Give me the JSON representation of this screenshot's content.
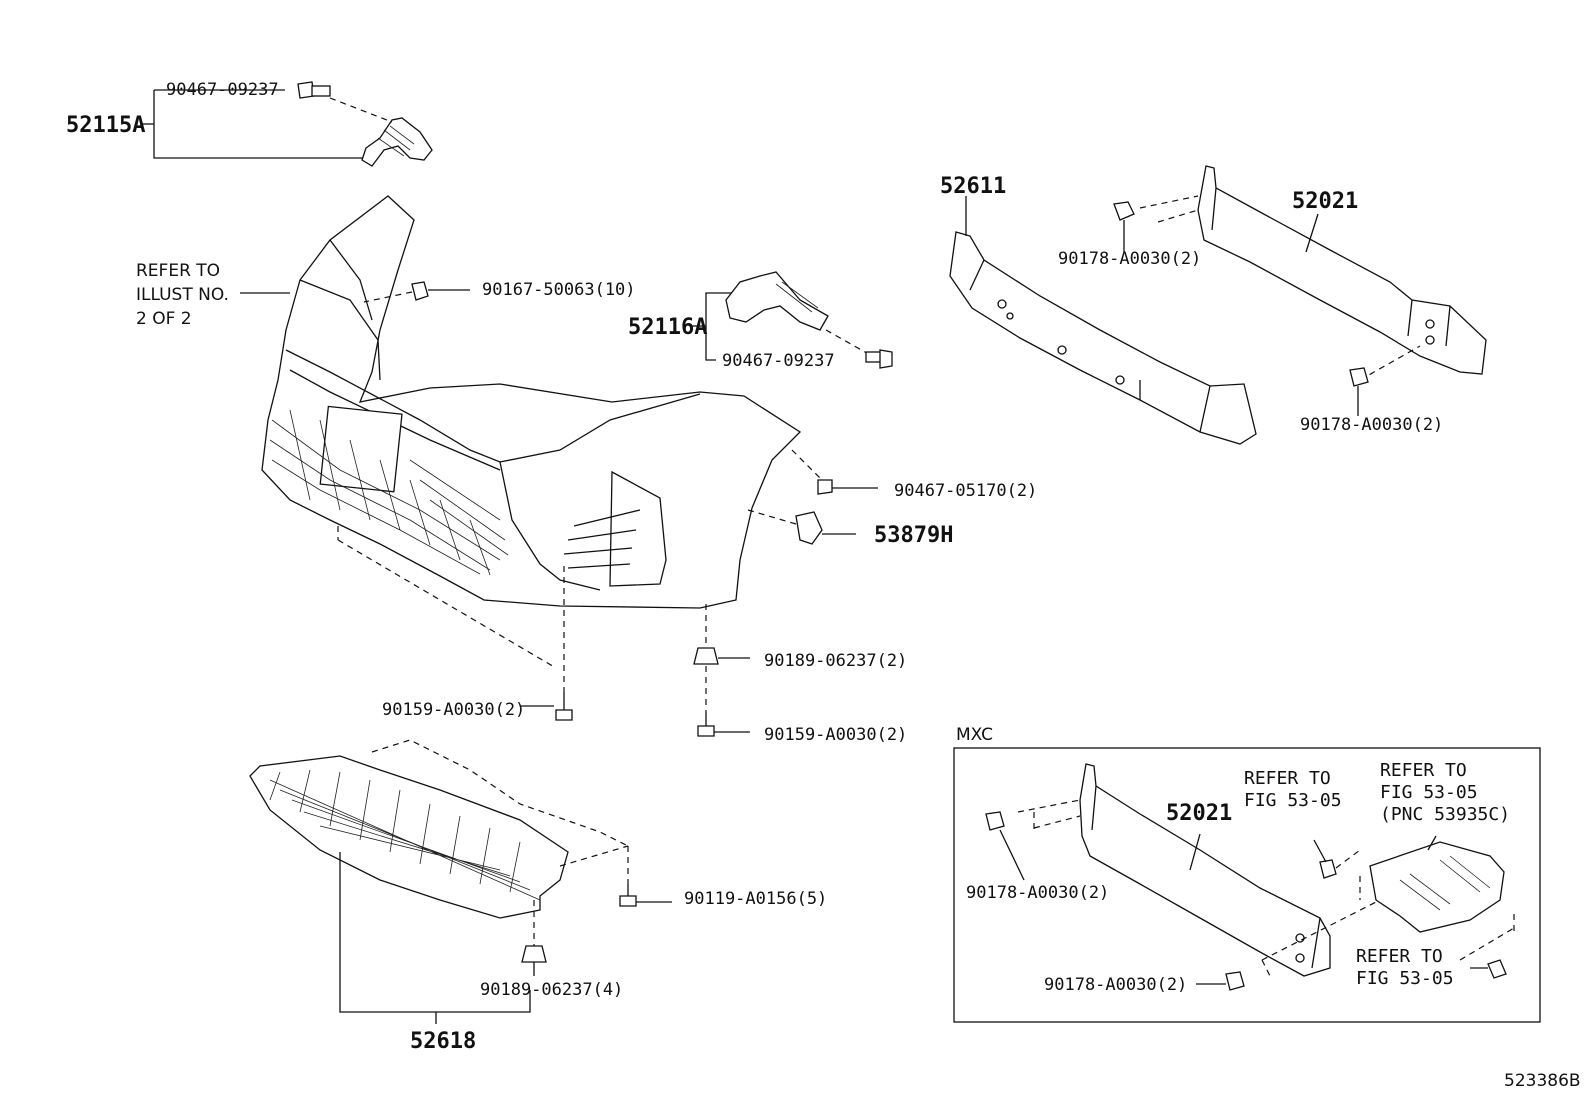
{
  "diagram": {
    "labels": {
      "p52115A": "52115A",
      "p90467_09237_a": "90467-09237",
      "refer_illust_1": "REFER TO",
      "refer_illust_2": "ILLUST NO.",
      "refer_illust_3": "2 OF 2",
      "p90167_50063": "90167-50063(10)",
      "p52116A": "52116A",
      "p90467_09237_b": "90467-09237",
      "p52611": "52611",
      "p52021_main": "52021",
      "p90178_a": "90178-A0030(2)",
      "p90178_b": "90178-A0030(2)",
      "p90467_05170": "90467-05170(2)",
      "p53879H": "53879H",
      "p90189_06237_2": "90189-06237(2)",
      "p90159_a": "90159-A0030(2)",
      "p90159_b": "90159-A0030(2)",
      "p90119": "90119-A0156(5)",
      "p90189_06237_4": "90189-06237(4)",
      "p52618": "52618",
      "mxc": "MXC",
      "mxc_52021": "52021",
      "mxc_90178_a": "90178-A0030(2)",
      "mxc_90178_b": "90178-A0030(2)",
      "mxc_ref1_1": "REFER TO",
      "mxc_ref1_2": "FIG 53-05",
      "mxc_ref2_1": "REFER TO",
      "mxc_ref2_2": "FIG 53-05",
      "mxc_ref2_3": "(PNC 53935C)",
      "mxc_ref3_1": "REFER TO",
      "mxc_ref3_2": "FIG 53-05",
      "figure_id": "523386B"
    },
    "icons": [
      "bolt-icon",
      "clip-icon",
      "nut-icon",
      "screw-icon",
      "retainer-icon"
    ]
  }
}
